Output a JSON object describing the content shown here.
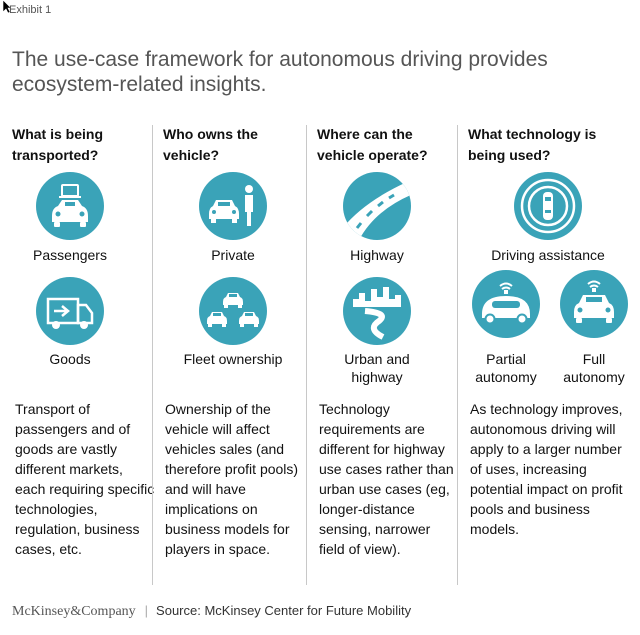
{
  "exhibit_label": "Exhibit 1",
  "title": "The use-case framework for autonomous driving provides ecosystem-related insights.",
  "columns": [
    {
      "question": "What is being transported?",
      "items": [
        {
          "label": "Passengers",
          "icon": "passenger-car-icon"
        },
        {
          "label": "Goods",
          "icon": "delivery-truck-icon"
        }
      ],
      "description": "Transport of passengers and of goods are vastly different markets, each requiring specific technologies, regulation, business cases, etc."
    },
    {
      "question": "Who owns the vehicle?",
      "items": [
        {
          "label": "Private",
          "icon": "car-with-person-icon"
        },
        {
          "label": "Fleet ownership",
          "icon": "car-fleet-icon"
        }
      ],
      "description": "Ownership of the vehicle will affect vehicles sales (and therefore profit pools) and will have implications on business models for players in space."
    },
    {
      "question": "Where can the vehicle operate?",
      "items": [
        {
          "label": "Highway",
          "icon": "highway-road-icon"
        },
        {
          "label": "Urban and highway",
          "icon": "city-road-icon"
        }
      ],
      "description": "Technology requirements are different for highway use cases rather than urban use cases (eg, longer-distance sensing, narrower field of view)."
    },
    {
      "question": "What technology is being used?",
      "items": [
        {
          "label": "Driving assistance",
          "icon": "sensor-car-icon"
        },
        {
          "label": "Partial autonomy",
          "icon": "autonomous-pod-icon"
        },
        {
          "label": "Full autonomy",
          "icon": "autonomous-car-icon"
        }
      ],
      "description": "As technology improves, autonomous driving will apply to a larger number of uses, increasing potential impact on profit pools and business models."
    }
  ],
  "footer": {
    "brand": "McKinsey&Company",
    "separator": "|",
    "source": "Source: McKinsey Center for Future Mobility"
  },
  "colors": {
    "accent": "#3aa3b8",
    "title_gray": "#555555",
    "divider": "#c8c8c8"
  }
}
